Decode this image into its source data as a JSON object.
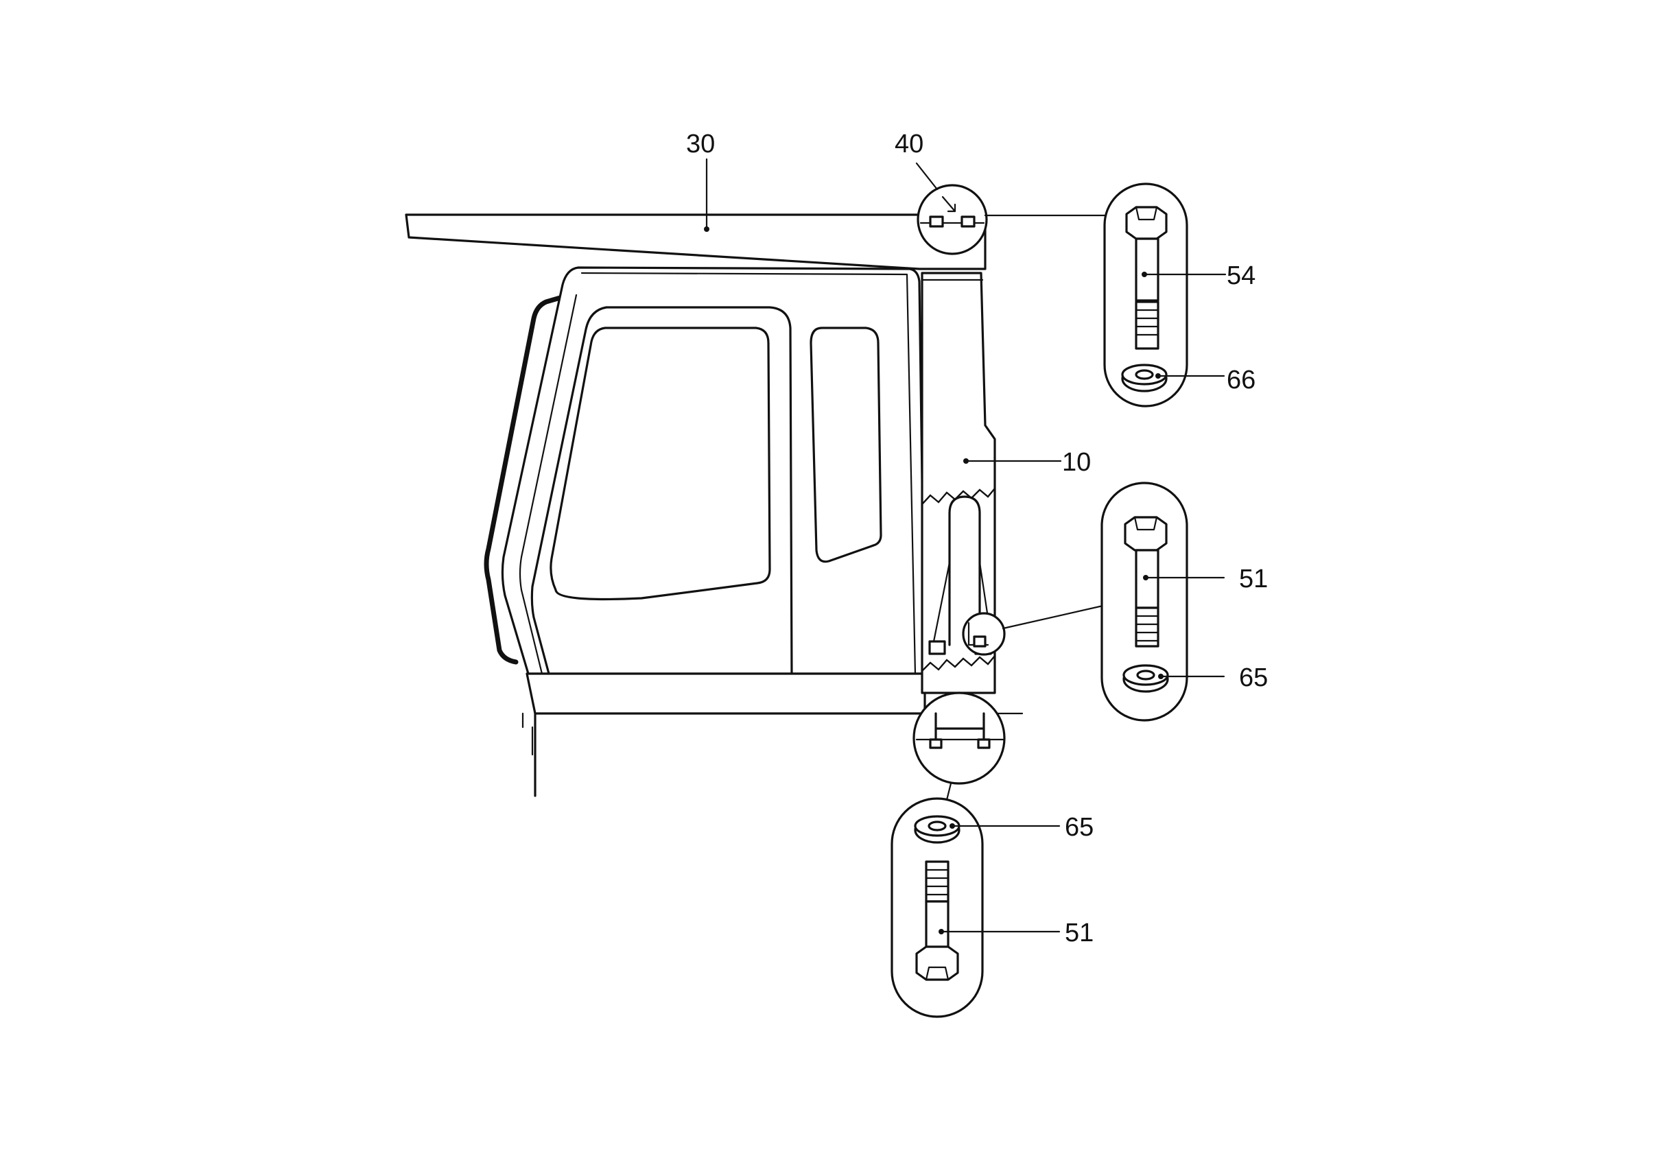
{
  "callouts": {
    "roof": "30",
    "roof_detail": "40",
    "cab_post": "10",
    "bolt_top": "54",
    "washer_top": "66",
    "bolt_mid": "51",
    "washer_mid": "65",
    "washer_bottom": "65",
    "bolt_bottom": "51"
  }
}
